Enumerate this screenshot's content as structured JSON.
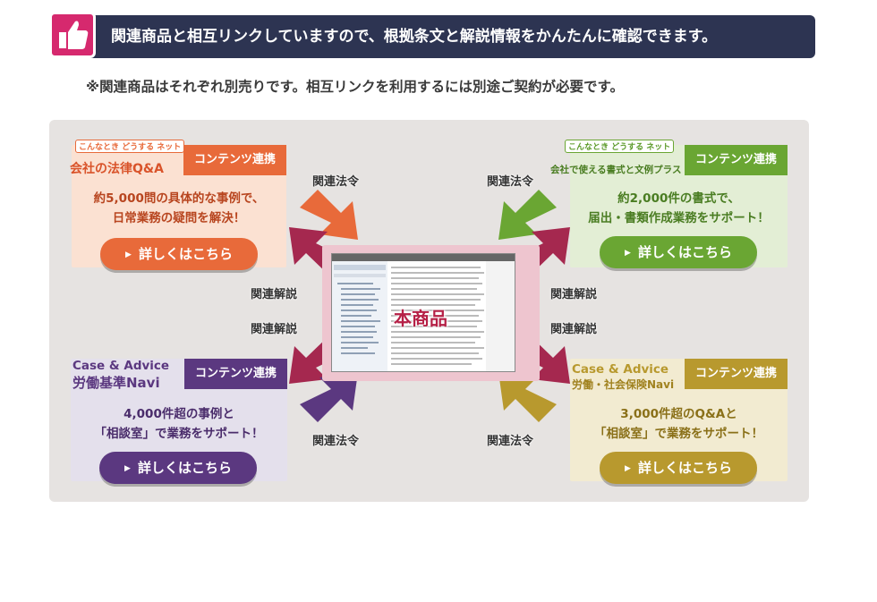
{
  "header": {
    "banner_text": "関連商品と相互リンクしていますので、根拠条文と解説情報をかんたんに確認できます。",
    "note": "※関連商品はそれぞれ別売りです。相互リンクを利用するには別途ご契約が必要です。"
  },
  "center": {
    "label": "本商品"
  },
  "colors": {
    "navy": "#2d3452",
    "pink": "#d6296e",
    "orange": "#e86a3a",
    "green": "#6aa633",
    "purple": "#5b3880",
    "gold": "#b8992e",
    "maroon": "#a5284f"
  },
  "cards": [
    {
      "logo_small": "こんなとき どうする ネット",
      "logo_main": "会社の法律Q&A",
      "tag": "コンテンツ連携",
      "desc_line1": "約5,000問の具体的な事例で、",
      "desc_line2": "日常業務の疑問を解決！",
      "button": "詳しくはこちら"
    },
    {
      "logo_small": "こんなとき どうする ネット",
      "logo_main": "会社で使える書式と文例プラス",
      "tag": "コンテンツ連携",
      "desc_line1": "約2,000件の書式で、",
      "desc_line2": "届出・書類作成業務をサポート！",
      "button": "詳しくはこちら"
    },
    {
      "logo_small": "Case & Advice",
      "logo_main": "労働基準Navi",
      "tag": "コンテンツ連携",
      "desc_line1": "4,000件超の事例と",
      "desc_line2": "「相談室」で業務をサポート！",
      "button": "詳しくはこちら"
    },
    {
      "logo_small": "Case & Advice",
      "logo_main": "労働・社会保険Navi",
      "tag": "コンテンツ連携",
      "desc_line1": "3,000件超のQ&Aと",
      "desc_line2": "「相談室」で業務をサポート！",
      "button": "詳しくはこちら"
    }
  ],
  "arrow_labels": {
    "law_tl": "関連法令",
    "law_tr": "関連法令",
    "law_bl": "関連法令",
    "law_br": "関連法令",
    "commentary_tl": "関連解説",
    "commentary_tr": "関連解説",
    "commentary_bl": "関連解説",
    "commentary_br": "関連解説"
  }
}
